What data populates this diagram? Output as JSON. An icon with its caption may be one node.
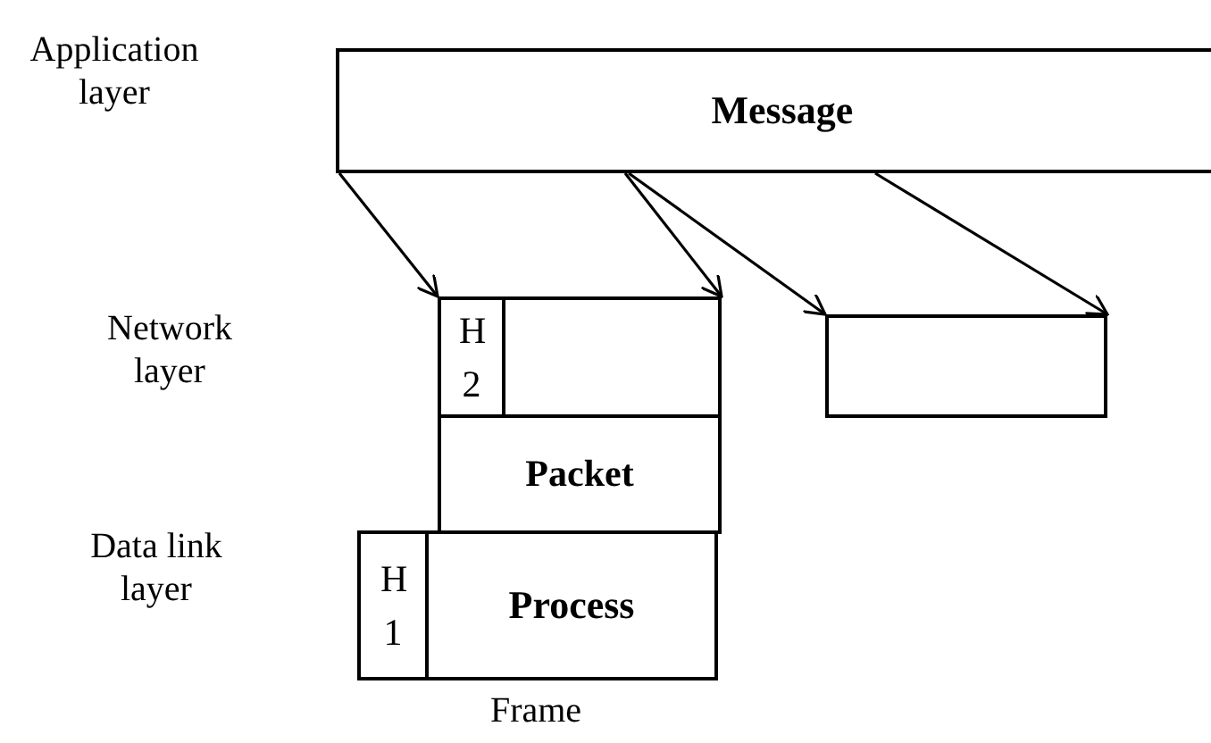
{
  "diagram": {
    "nodes": [
      {
        "text": [
          "Message"
        ]
      },
      {
        "text": [
          "H 2"
        ]
      },
      {
        "text": [],
        "shape": "box"
      },
      {
        "text": [],
        "shape": "box"
      },
      {
        "text": [
          "Packet"
        ]
      },
      {
        "text": [
          "H 1"
        ]
      },
      {
        "text": [
          "Process"
        ]
      }
    ],
    "edges": [
      {
        "from": 0,
        "to": 1,
        "arrow": "to"
      },
      {
        "from": 0,
        "to": 2,
        "arrow": "to"
      },
      {
        "from": 0,
        "to": 3,
        "arrow": "to"
      },
      {
        "from": 0,
        "to": 3,
        "arrow": "to"
      }
    ],
    "labels": [
      "Application layer",
      "Network layer",
      "Data link layer",
      "Frame"
    ]
  }
}
